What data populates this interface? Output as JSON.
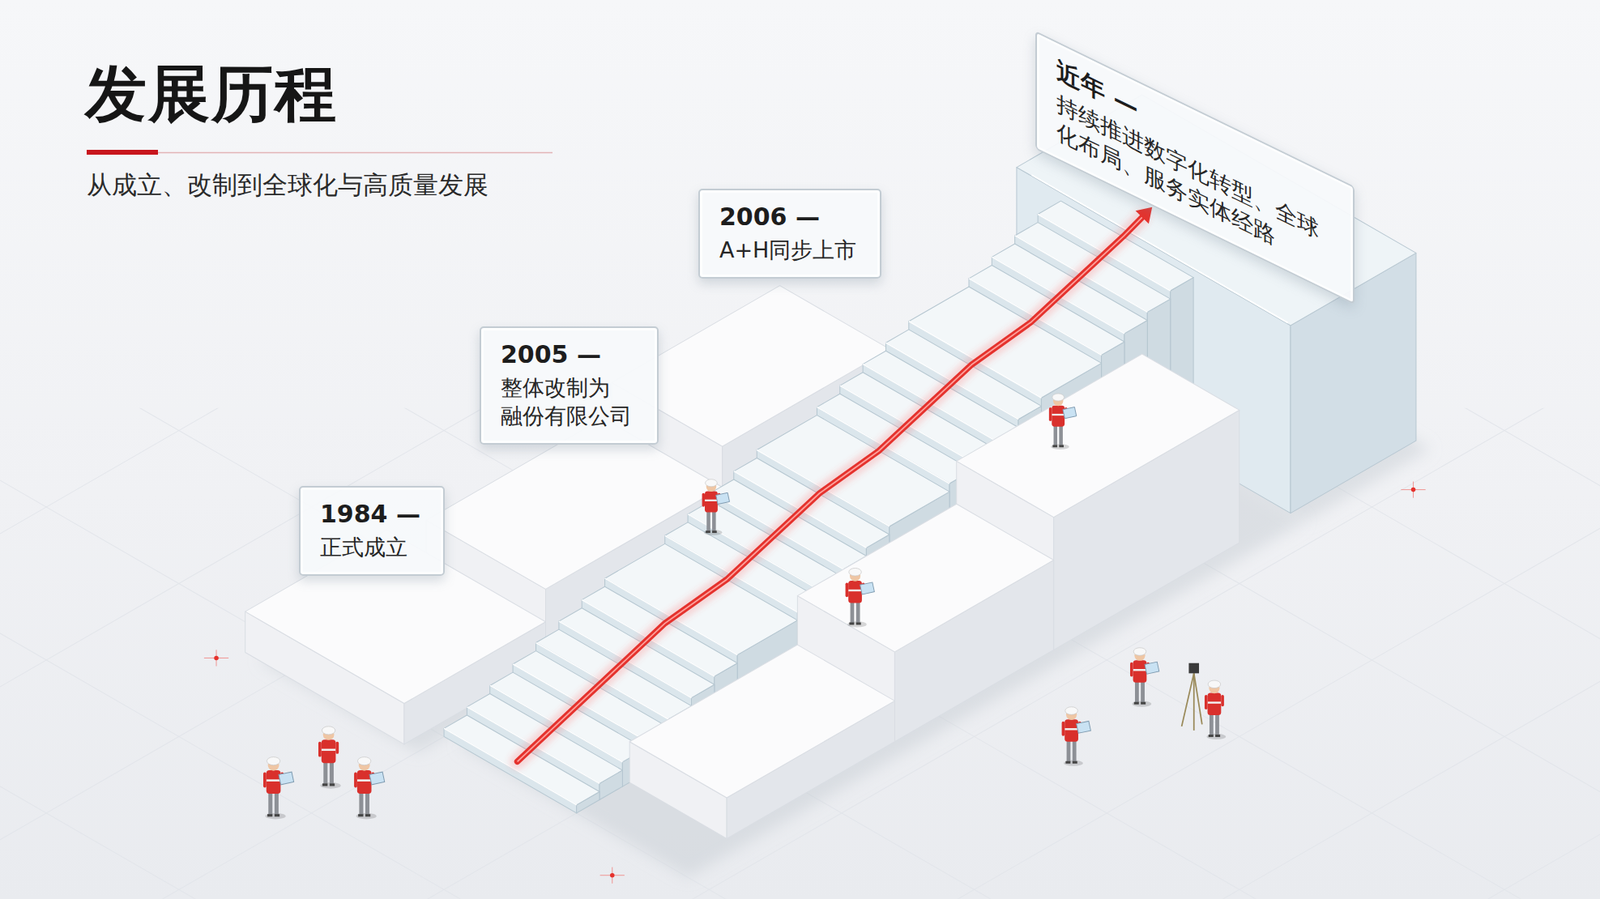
{
  "diagram": {
    "title": "发展历程",
    "caption": "从成立、改制到全球化与高质量发展",
    "nodes": [
      {
        "text": [
          "1984 —",
          "正式成立"
        ]
      },
      {
        "text": [
          "2005 —",
          "整体改制为 融份有限公司"
        ]
      },
      {
        "text": [
          "2006 —",
          "A+H同步上市"
        ]
      },
      {
        "text": [
          "近年 —",
          "持续推进数字化转型、全球 化布局、服务实体经路"
        ]
      }
    ]
  }
}
